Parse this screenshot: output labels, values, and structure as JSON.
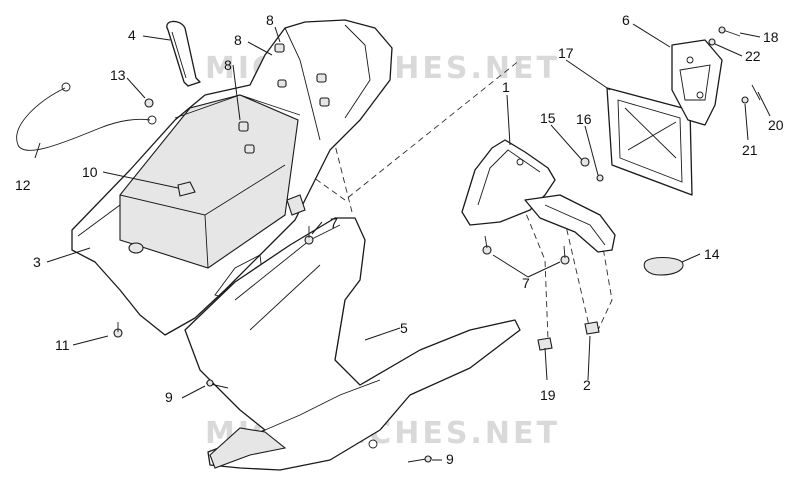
{
  "watermark": {
    "text": "MICROFICHES.NET"
  },
  "callouts": {
    "c1": "1",
    "c2": "2",
    "c3": "3",
    "c4": "4",
    "c5": "5",
    "c6": "6",
    "c7a": "7",
    "c7b": "7",
    "c8a": "8",
    "c8b": "8",
    "c8c": "8",
    "c9a": "9",
    "c9b": "9",
    "c10": "10",
    "c11": "11",
    "c12": "12",
    "c13": "13",
    "c14": "14",
    "c15": "15",
    "c16": "16",
    "c17": "17",
    "c18": "18",
    "c19": "19",
    "c20": "20",
    "c21": "21",
    "c22": "22"
  },
  "colors": {
    "line": "#1a1a1a",
    "watermark": "#d9d9d9",
    "background": "#ffffff"
  }
}
